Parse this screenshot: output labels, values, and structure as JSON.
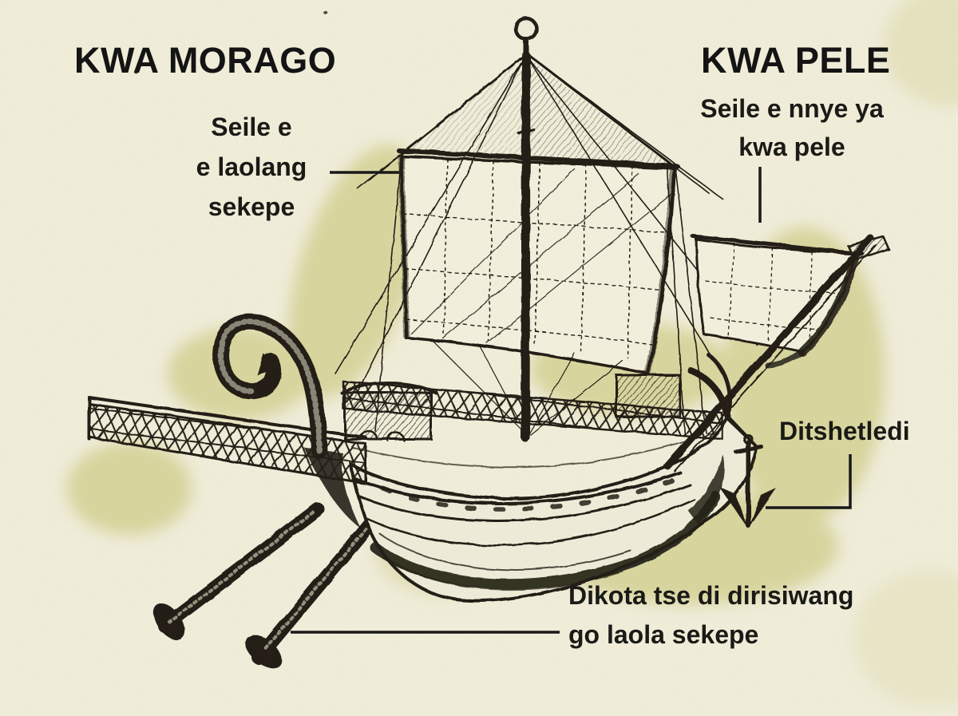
{
  "diagram": {
    "alt": "ancient merchant sailing ship engraving with labeled parts",
    "background_color": "#f1eedb",
    "shade_color": "#d9d69f",
    "ink_color": "#211f14",
    "heading_left": "KWA MORAGO",
    "heading_right": "KWA PELE",
    "labels": {
      "mainsail_line1": "Seile e",
      "mainsail_line2": "e laolang",
      "mainsail_line3": "sekepe",
      "foresail_line1": "Seile e nnye ya",
      "foresail_line2": "kwa pele",
      "anchor": "Ditshetledi",
      "steering_line1": "Dikota tse di dirisiwang",
      "steering_line2": "go laola sekepe"
    }
  }
}
